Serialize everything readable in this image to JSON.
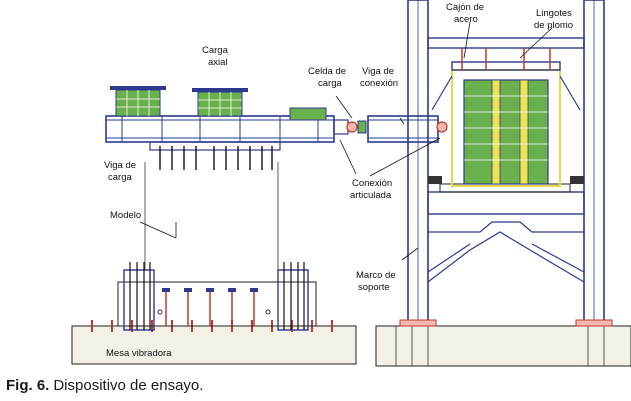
{
  "caption": {
    "number": "Fig. 6.",
    "text": "Dispositivo de ensayo."
  },
  "labels": {
    "carga_axial_1": "Carga",
    "carga_axial_2": "axial",
    "celda_1": "Celda de",
    "celda_2": "carga",
    "viga_conexion_1": "Viga de",
    "viga_conexion_2": "conexión",
    "viga_carga_1": "Viga de",
    "viga_carga_2": "carga",
    "conexion_1": "Conexión",
    "conexion_2": "articulada",
    "modelo": "Modelo",
    "mesa": "Mesa vibradora",
    "cajon_1": "Cajón de",
    "cajon_2": "acero",
    "lingotes_1": "Lingotes",
    "lingotes_2": "de plomo",
    "marco_1": "Marco de",
    "marco_2": "soporte"
  },
  "colors": {
    "steel": "#2b3a8f",
    "lead_blocks": "#6ab04c",
    "yellow_frame": "#e6d84a",
    "bolts": "#c0392b",
    "concrete": "#f3f0e6"
  }
}
